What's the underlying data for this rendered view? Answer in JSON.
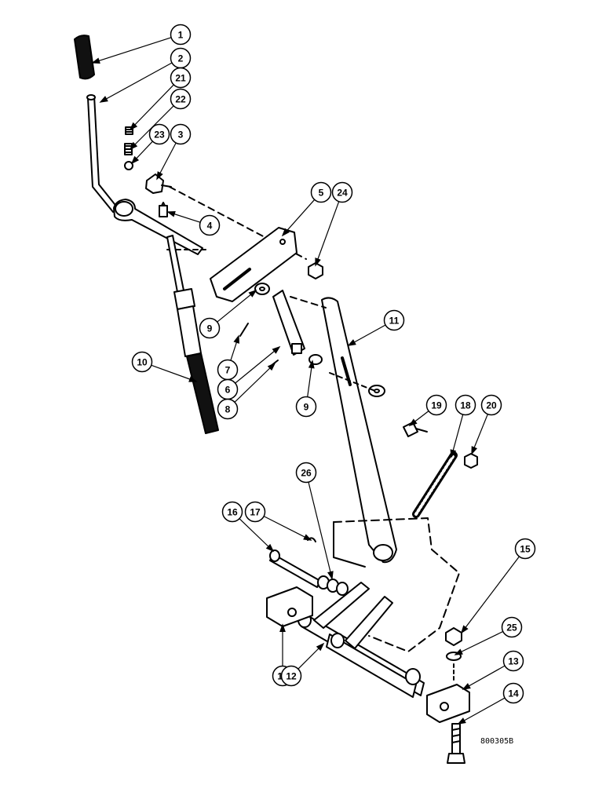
{
  "callouts": [
    "1",
    "2",
    "21",
    "22",
    "23",
    "3",
    "5",
    "24",
    "4",
    "9",
    "11",
    "7",
    "6",
    "8",
    "10",
    "9",
    "19",
    "18",
    "20",
    "26",
    "16",
    "17",
    "15",
    "25",
    "13",
    "13",
    "12",
    "14"
  ],
  "drawing_code": "800305B",
  "colors": {
    "ink": "#000000",
    "paper": "#ffffff"
  }
}
